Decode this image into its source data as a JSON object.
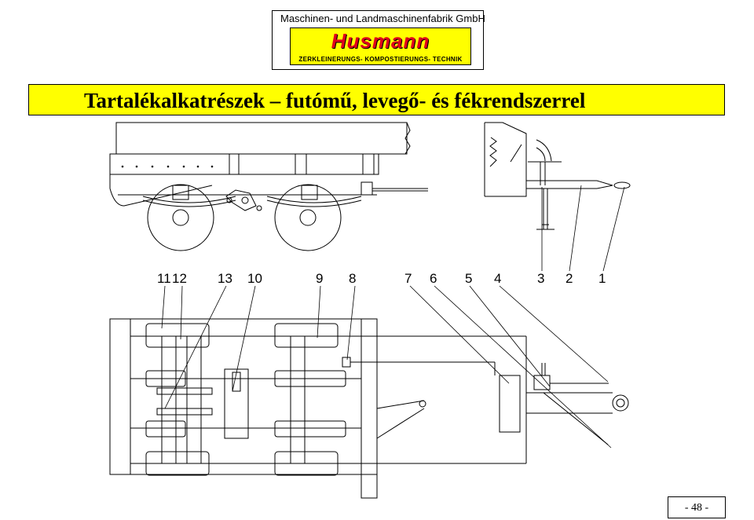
{
  "header": {
    "company": "Maschinen- und Landmaschinenfabrik GmbH",
    "brand": "Husmann",
    "tagline": "ZERKLEINERUNGS- KOMPOSTIERUNGS- TECHNIK",
    "colors": {
      "band": "#ffff00",
      "brand": "#e0001b"
    }
  },
  "title": "Tartalékalkatrészek – futómű, levegő- és fékrendszerrel",
  "part_numbers": [
    "11",
    "12",
    "13",
    "10",
    "9",
    "8",
    "7",
    "6",
    "5",
    "4",
    "3",
    "2",
    "1"
  ],
  "page": {
    "number": "- 48 -"
  }
}
